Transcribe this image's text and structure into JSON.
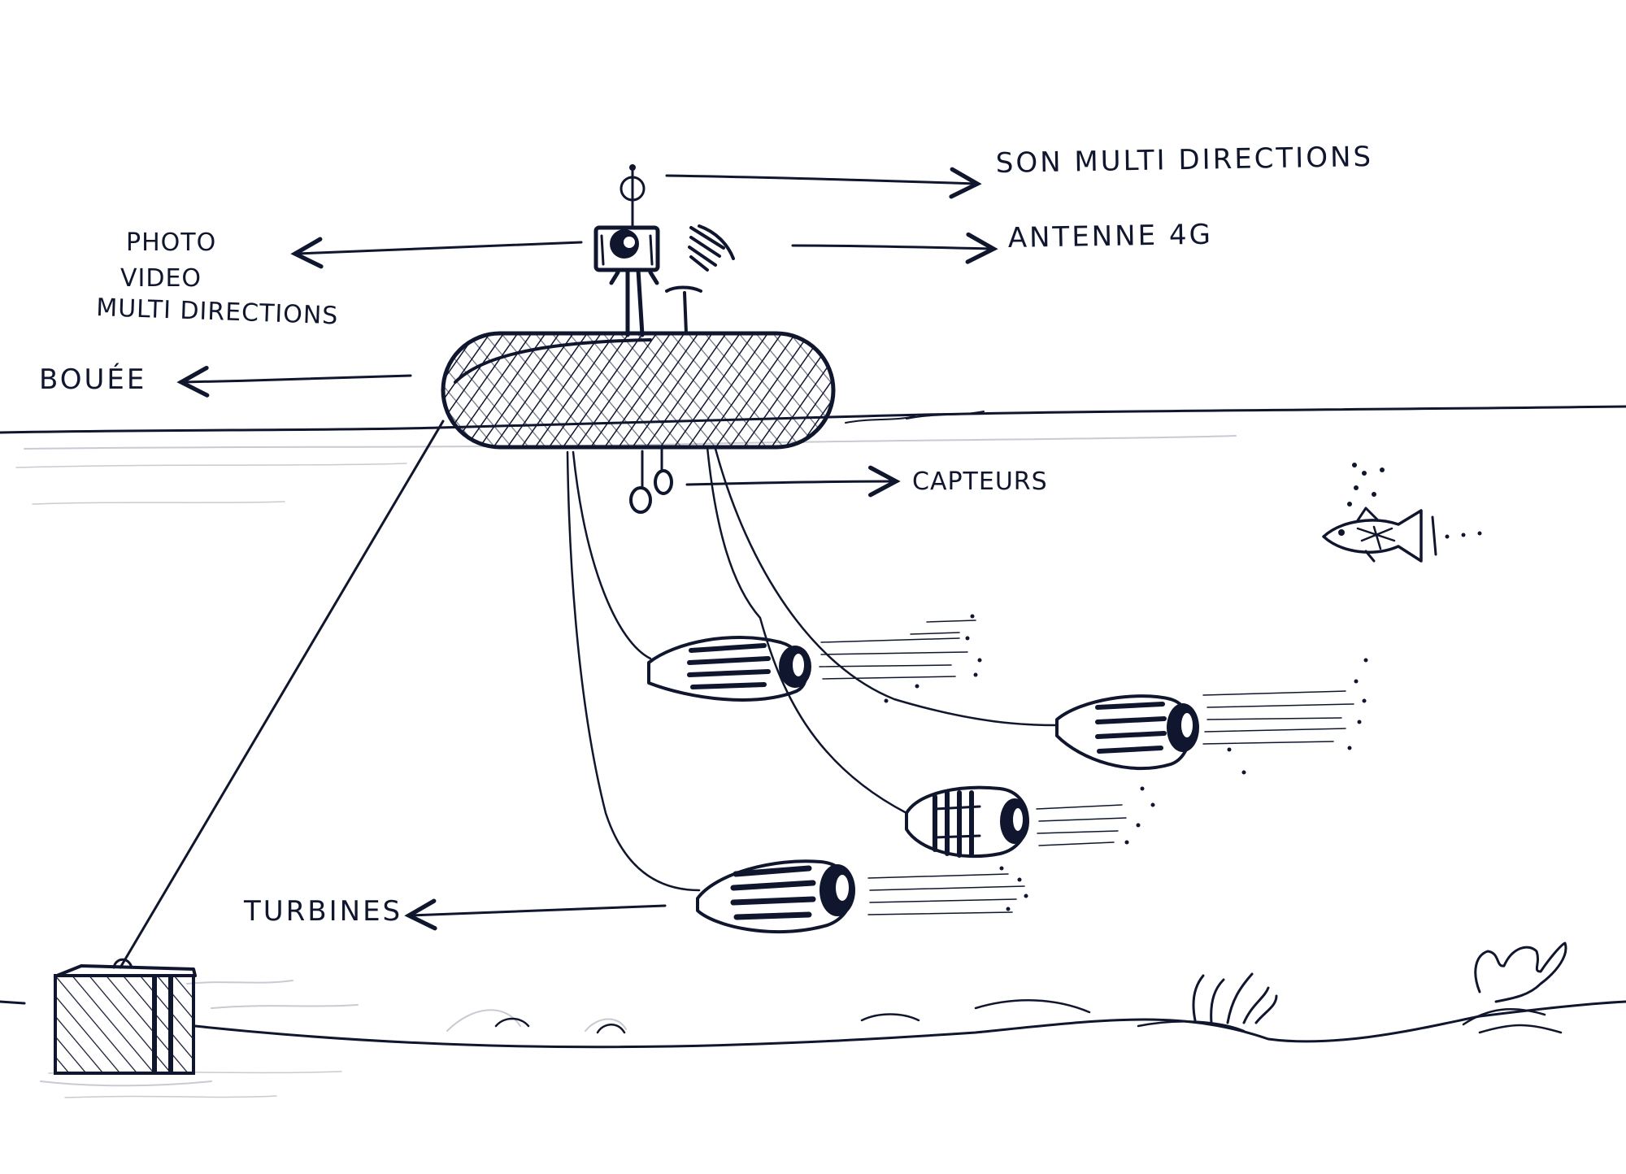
{
  "labels": {
    "sound": "SON MULTI DIRECTIONS",
    "antenna": "ANTENNE 4G",
    "photo_line1": "PHOTO",
    "photo_line2": "VIDEO",
    "photo_line3": "MULTI DIRECTIONS",
    "buoy": "BOUÉE",
    "sensors": "CAPTEURS",
    "turbines": "TURBINES"
  },
  "colors": {
    "ink": "#10162e",
    "faint_ink": "#c9cbd3",
    "background": "#ffffff"
  }
}
